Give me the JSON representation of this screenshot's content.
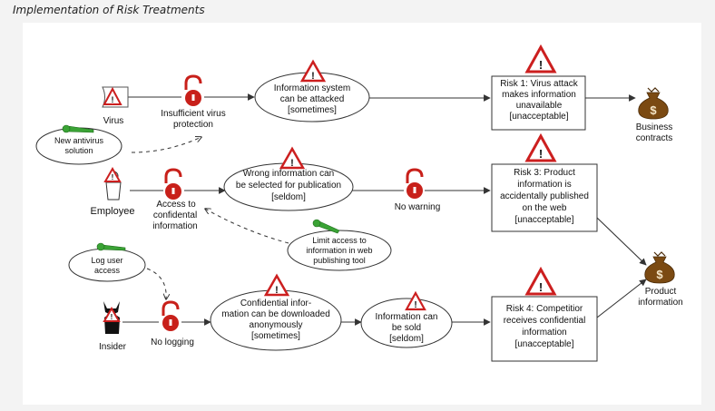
{
  "caption": "Implementation of Risk Treatments",
  "actors": {
    "virus": "Virus",
    "employee": "Employee",
    "insider": "Insider"
  },
  "treatments": {
    "antivirus": [
      "New antivirus",
      "solution"
    ],
    "limit_access": [
      "Limit access to",
      "information in web",
      "publishing tool"
    ],
    "log_access": [
      "Log user",
      "access"
    ]
  },
  "vulnerabilities": {
    "insufficient_virus": [
      "Insufficient virus",
      "protection"
    ],
    "access_confidential": [
      "Access  to",
      "confidental",
      "information"
    ],
    "no_warning": [
      "No warning"
    ],
    "no_logging": [
      "No logging"
    ]
  },
  "threat_scenarios": {
    "info_system_attacked": [
      "Information system",
      "can be attacked",
      "[sometimes]"
    ],
    "wrong_info": [
      "Wrong information can",
      "be selected for publication",
      "[seldom]"
    ],
    "confidential_download": [
      "Confidential infor-",
      "mation can be downloaded",
      "anonymously",
      "[sometimes]"
    ],
    "info_sold": [
      "Information can",
      "be sold",
      "[seldom]"
    ]
  },
  "risks": {
    "risk1": [
      "Risk 1: Virus attack",
      "makes information",
      "unavailable",
      "[unacceptable]"
    ],
    "risk3": [
      "Risk 3: Product",
      "information is",
      "accidentally published",
      "on the web",
      "[unacceptable]"
    ],
    "risk4": [
      "Risk 4: Competitior",
      "receives confidential",
      "information",
      "[unacceptable]"
    ]
  },
  "assets": {
    "business_contracts": [
      "Business",
      "contracts"
    ],
    "product_information": [
      "Product",
      "information"
    ]
  },
  "symbols": {
    "money_bag": "$",
    "warning": "!"
  },
  "colors": {
    "warning_red": "#cc1f1f",
    "lock_red": "#c8201a",
    "wrench_green": "#3aa335",
    "bag_brown": "#7b4a12"
  }
}
